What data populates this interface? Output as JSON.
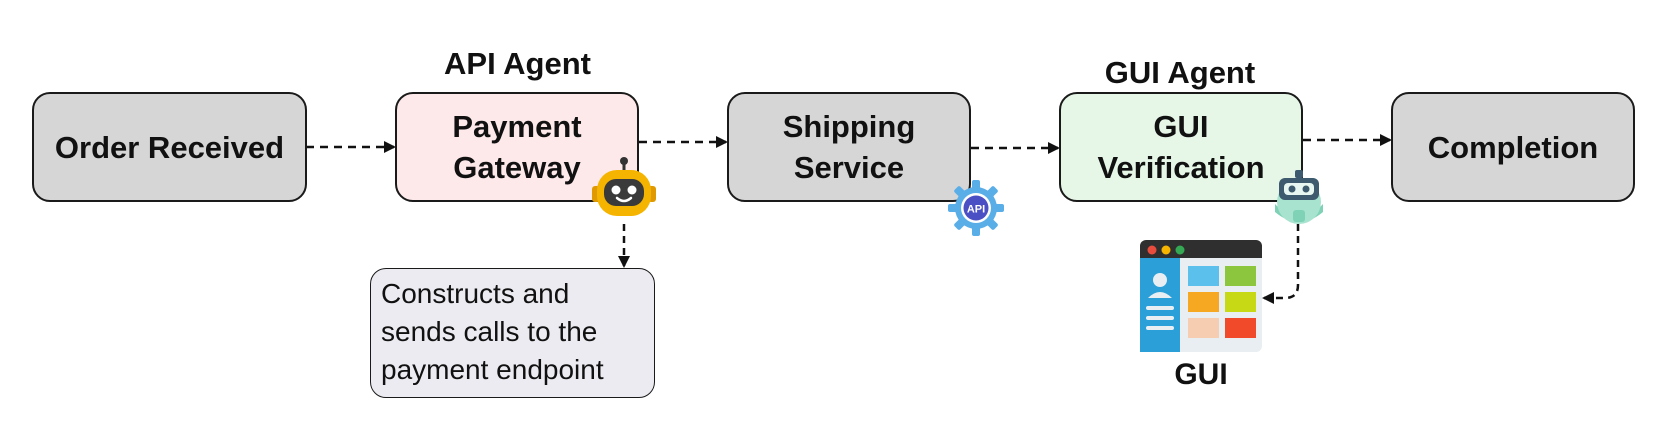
{
  "nodes": {
    "order": {
      "label": "Order Received"
    },
    "payment": {
      "lines": [
        "Payment",
        "Gateway"
      ]
    },
    "shipping": {
      "lines": [
        "Shipping",
        "Service"
      ]
    },
    "gui_verify": {
      "lines": [
        "GUI",
        "Verification"
      ]
    },
    "completion": {
      "label": "Completion"
    }
  },
  "agents": {
    "api": "API Agent",
    "gui": "GUI Agent"
  },
  "note": {
    "lines": [
      "Constructs and",
      "sends calls to the",
      "payment endpoint"
    ]
  },
  "api_badge": "API",
  "gui_caption": "GUI",
  "colors": {
    "gray_box": "#d6d6d6",
    "pink_box": "#fde8ea",
    "green_box": "#e6f7e8",
    "note_bg": "#ecebf1",
    "robot_yellow": "#f5b400",
    "gear_blue": "#5aaee8"
  },
  "icons": [
    "yellow-robot-icon",
    "api-gear-icon",
    "teal-robot-icon",
    "gui-window-icon"
  ]
}
